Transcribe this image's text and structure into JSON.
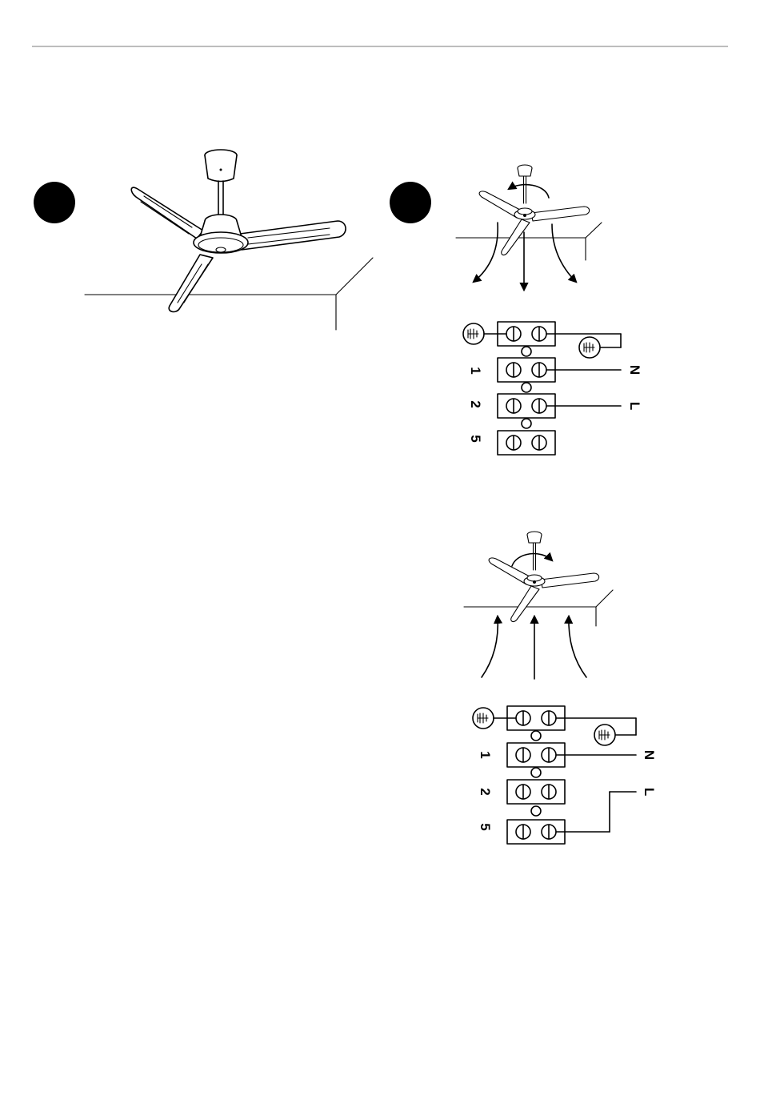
{
  "header": {
    "rule_color": "#bdbdbd"
  },
  "step_markers": [
    {
      "icon": "black-circle-marker"
    },
    {
      "icon": "black-circle-marker"
    }
  ],
  "diagram_summer": {
    "rotation": "counterclockwise",
    "airflow": "down",
    "terminal_labels": [
      "1",
      "2",
      "5"
    ],
    "wire_labels": {
      "neutral": "N",
      "live": "L"
    },
    "live_terminal": "2"
  },
  "diagram_winter": {
    "rotation": "clockwise",
    "airflow": "up",
    "terminal_labels": [
      "1",
      "2",
      "5"
    ],
    "wire_labels": {
      "neutral": "N",
      "live": "L"
    },
    "live_terminal": "5"
  }
}
